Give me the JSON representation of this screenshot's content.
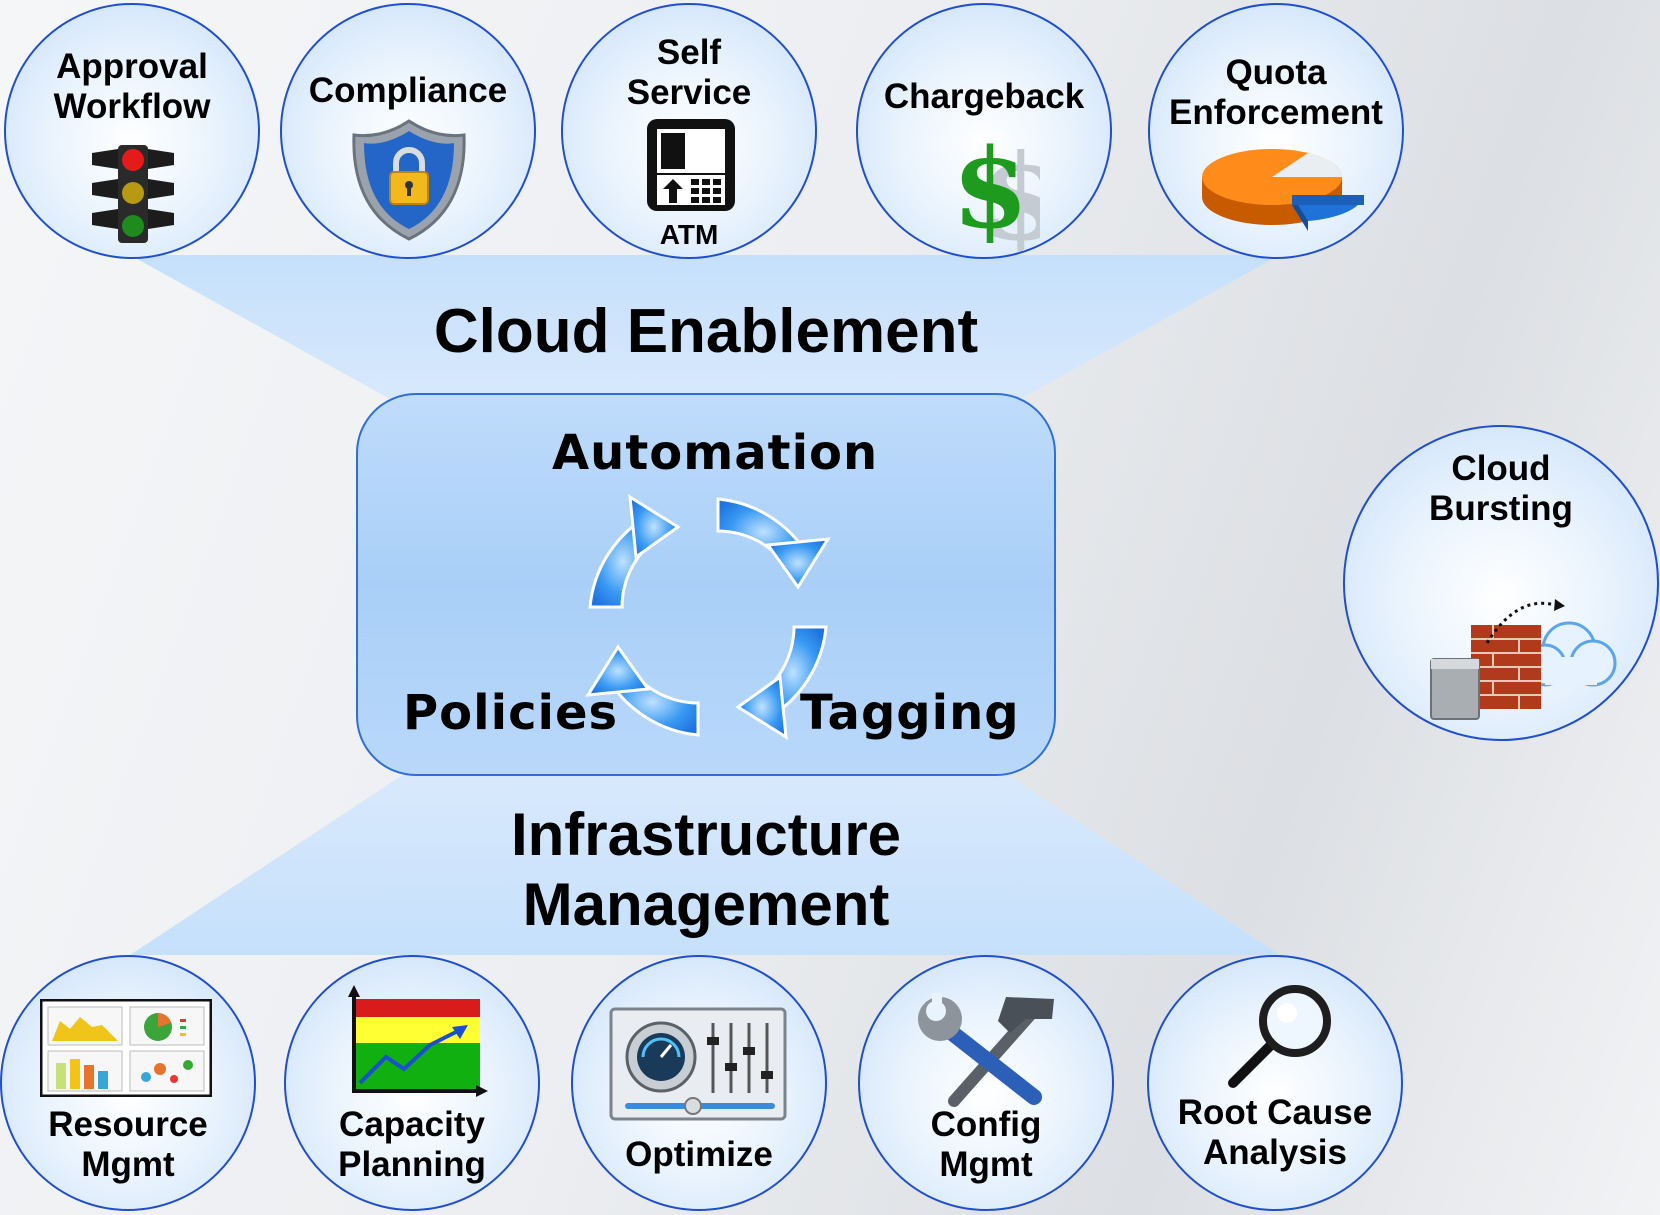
{
  "top_circles": [
    {
      "label_lines": [
        "Approval",
        "Workflow"
      ],
      "icon": "traffic-light-icon"
    },
    {
      "label_lines": [
        "Compliance"
      ],
      "icon": "shield-lock-icon"
    },
    {
      "label_lines": [
        "Self",
        "Service"
      ],
      "icon": "atm-icon",
      "icon_text": "ATM"
    },
    {
      "label_lines": [
        "Chargeback"
      ],
      "icon": "dollar-icon"
    },
    {
      "label_lines": [
        "Quota",
        "Enforcement"
      ],
      "icon": "pie-chart-icon"
    }
  ],
  "bottom_circles": [
    {
      "label_lines": [
        "Resource",
        "Mgmt"
      ],
      "icon": "dashboard-icon"
    },
    {
      "label_lines": [
        "Capacity",
        "Planning"
      ],
      "icon": "capacity-chart-icon"
    },
    {
      "label_lines": [
        "Optimize"
      ],
      "icon": "gauge-mixer-icon"
    },
    {
      "label_lines": [
        "Config",
        "Mgmt"
      ],
      "icon": "wrench-hammer-icon"
    },
    {
      "label_lines": [
        "Root Cause",
        "Analysis"
      ],
      "icon": "magnifier-icon"
    }
  ],
  "side_circle": {
    "label_lines": [
      "Cloud",
      "Bursting"
    ],
    "icon": "firewall-cloud-icon"
  },
  "headings": {
    "top": "Cloud Enablement",
    "bottom_lines": [
      "Infrastructure",
      "Management"
    ]
  },
  "core": {
    "automation": "Automation",
    "policies": "Policies",
    "tagging": "Tagging",
    "icon": "cycle-arrows-icon"
  },
  "colors": {
    "circle_border": "#1f4fd0",
    "band": "#c3ddf9",
    "cycle_arrows": "#2e8ff0"
  }
}
